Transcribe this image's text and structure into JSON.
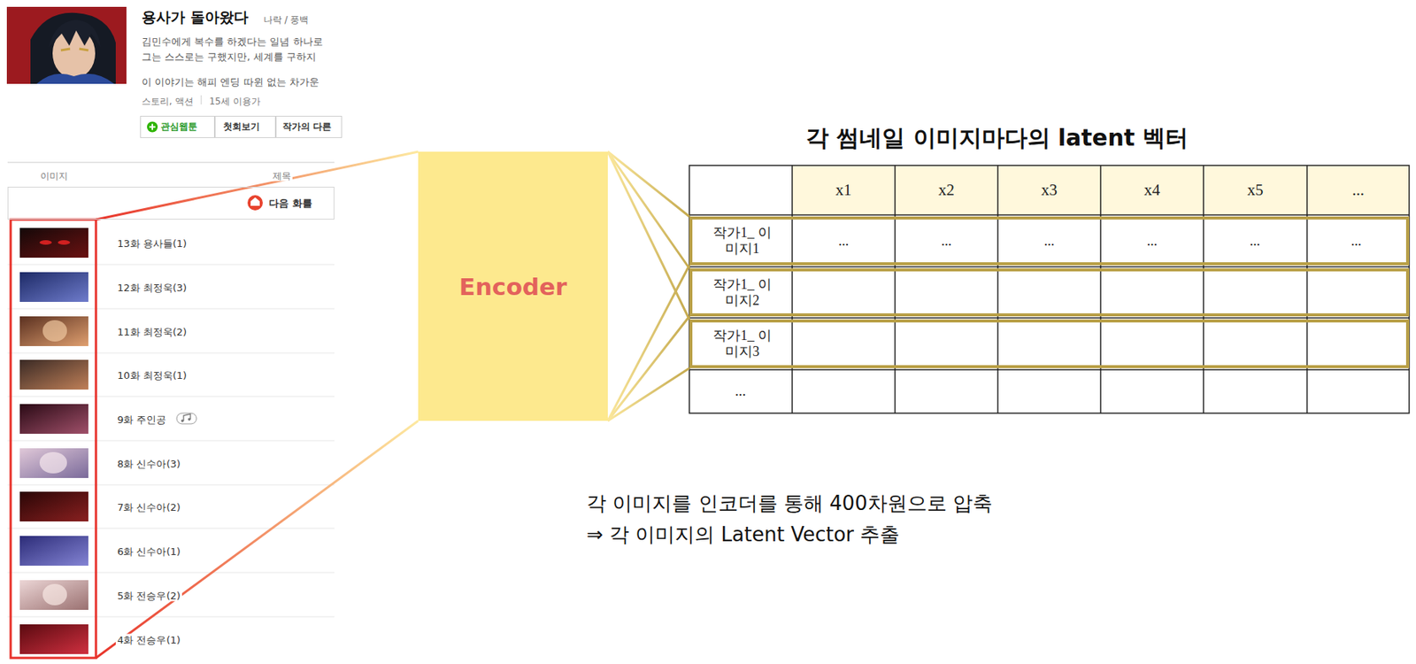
{
  "diagram": {
    "nodes": [
      {
        "text": [
          "관심웹툰"
        ]
      },
      {
        "text": [
          "첫회보기"
        ]
      },
      {
        "text": [
          "작가의 다른"
        ]
      },
      {
        "text": [
          "다음 화를"
        ]
      },
      {
        "text": [
          "Encoder"
        ]
      },
      {
        "text": [
          "작가1_ 이미지1",
          "...",
          "...",
          "...",
          "...",
          "...",
          "..."
        ]
      },
      {
        "text": [
          "작가1_ 이미지2"
        ]
      },
      {
        "text": [
          "작가1_ 이미지3"
        ]
      }
    ],
    "edges": [
      {
        "from": 4,
        "to": 5,
        "arrow": "none"
      },
      {
        "from": 4,
        "to": 6,
        "arrow": "none"
      },
      {
        "from": 4,
        "to": 7,
        "arrow": "none"
      }
    ],
    "labels": [
      "용사가 돌아왔다",
      "나락 / 풍백",
      "김민수에게 복수를 하겠다는 일념 하나로",
      "그는 스스로는 구했지만, 세계를 구하지",
      "이 이야기는 해피 엔딩 따윈 없는 차가운",
      "스토리, 액션",
      "15세 이용가",
      "이미지",
      "제목",
      "13화 용사들(1)",
      "12화 최정욱(3)",
      "11화 최정욱(2)",
      "10화 최정욱(1)",
      "9화 주인공",
      "8화 신수아(3)",
      "7화 신수아(2)",
      "6화 신수아(1)",
      "5화 전승우(2)",
      "4화 전승우(1)",
      "각 썸네일 이미지마다의 latent 벡터",
      "x1",
      "x2",
      "x3",
      "x4",
      "x5",
      "...",
      "...",
      "각 이미지를 인코더를 통해 400차원으로 압축",
      "⇒ 각 이미지의 Latent Vector 추출"
    ]
  }
}
